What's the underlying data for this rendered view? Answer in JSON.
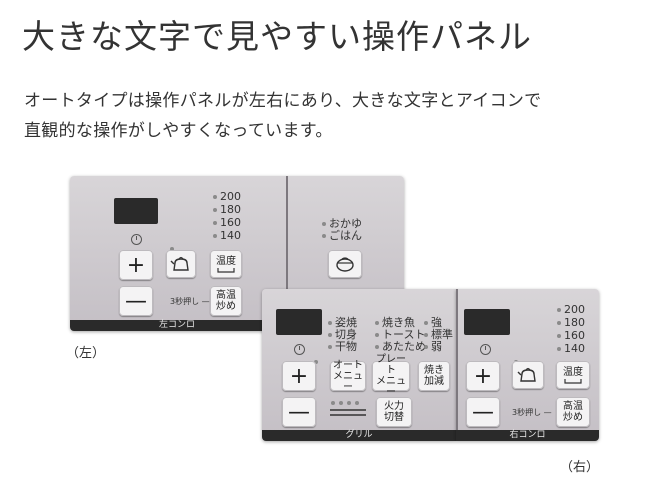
{
  "title": "大きな文字で見やすい操作パネル",
  "description": [
    "オートタイプは操作パネルが左右にあり、大きな文字とアイコンで",
    "直観的な操作がしやすくなっています。"
  ],
  "captions": {
    "left": "（左）",
    "right": "（右）"
  },
  "left_panel": {
    "temps": [
      "200",
      "180",
      "160",
      "140"
    ],
    "rice_labels": [
      "おかゆ",
      "ごはん"
    ],
    "buttons": {
      "plus": "+",
      "minus": "—",
      "kettle_icon": "kettle-icon",
      "temp_label": "温度",
      "high_temp_line1": "高温",
      "high_temp_line2": "炒め",
      "rice_icon": "rice-pot-icon"
    },
    "hold_label": "3秒押し",
    "bar_label": "左コンロ"
  },
  "center_panel": {
    "menu_col1": [
      "姿焼",
      "切身",
      "干物"
    ],
    "menu_col2": [
      "焼き魚",
      "トースト",
      "あたため"
    ],
    "menu_col3": [
      "強",
      "標準",
      "弱"
    ],
    "buttons": {
      "plus": "+",
      "minus": "—",
      "auto_line1": "オート",
      "auto_line2": "メニュー",
      "plate_line1": "プレート",
      "plate_line2": "メニュー",
      "adjust_line1": "焼き",
      "adjust_line2": "加減",
      "fire_line1": "火力",
      "fire_line2": "切替"
    },
    "bar_label": "グリル"
  },
  "right_panel": {
    "temps": [
      "200",
      "180",
      "160",
      "140"
    ],
    "buttons": {
      "plus": "+",
      "minus": "—",
      "kettle_icon": "kettle-icon",
      "temp_label": "温度",
      "high_temp_line1": "高温",
      "high_temp_line2": "炒め"
    },
    "hold_label": "3秒押し",
    "bar_label": "右コンロ"
  },
  "colors": {
    "panel": "#cfcbd0",
    "display": "#2a2a2a",
    "bar": "#2a2a2a",
    "button": "#f4f3f4"
  }
}
